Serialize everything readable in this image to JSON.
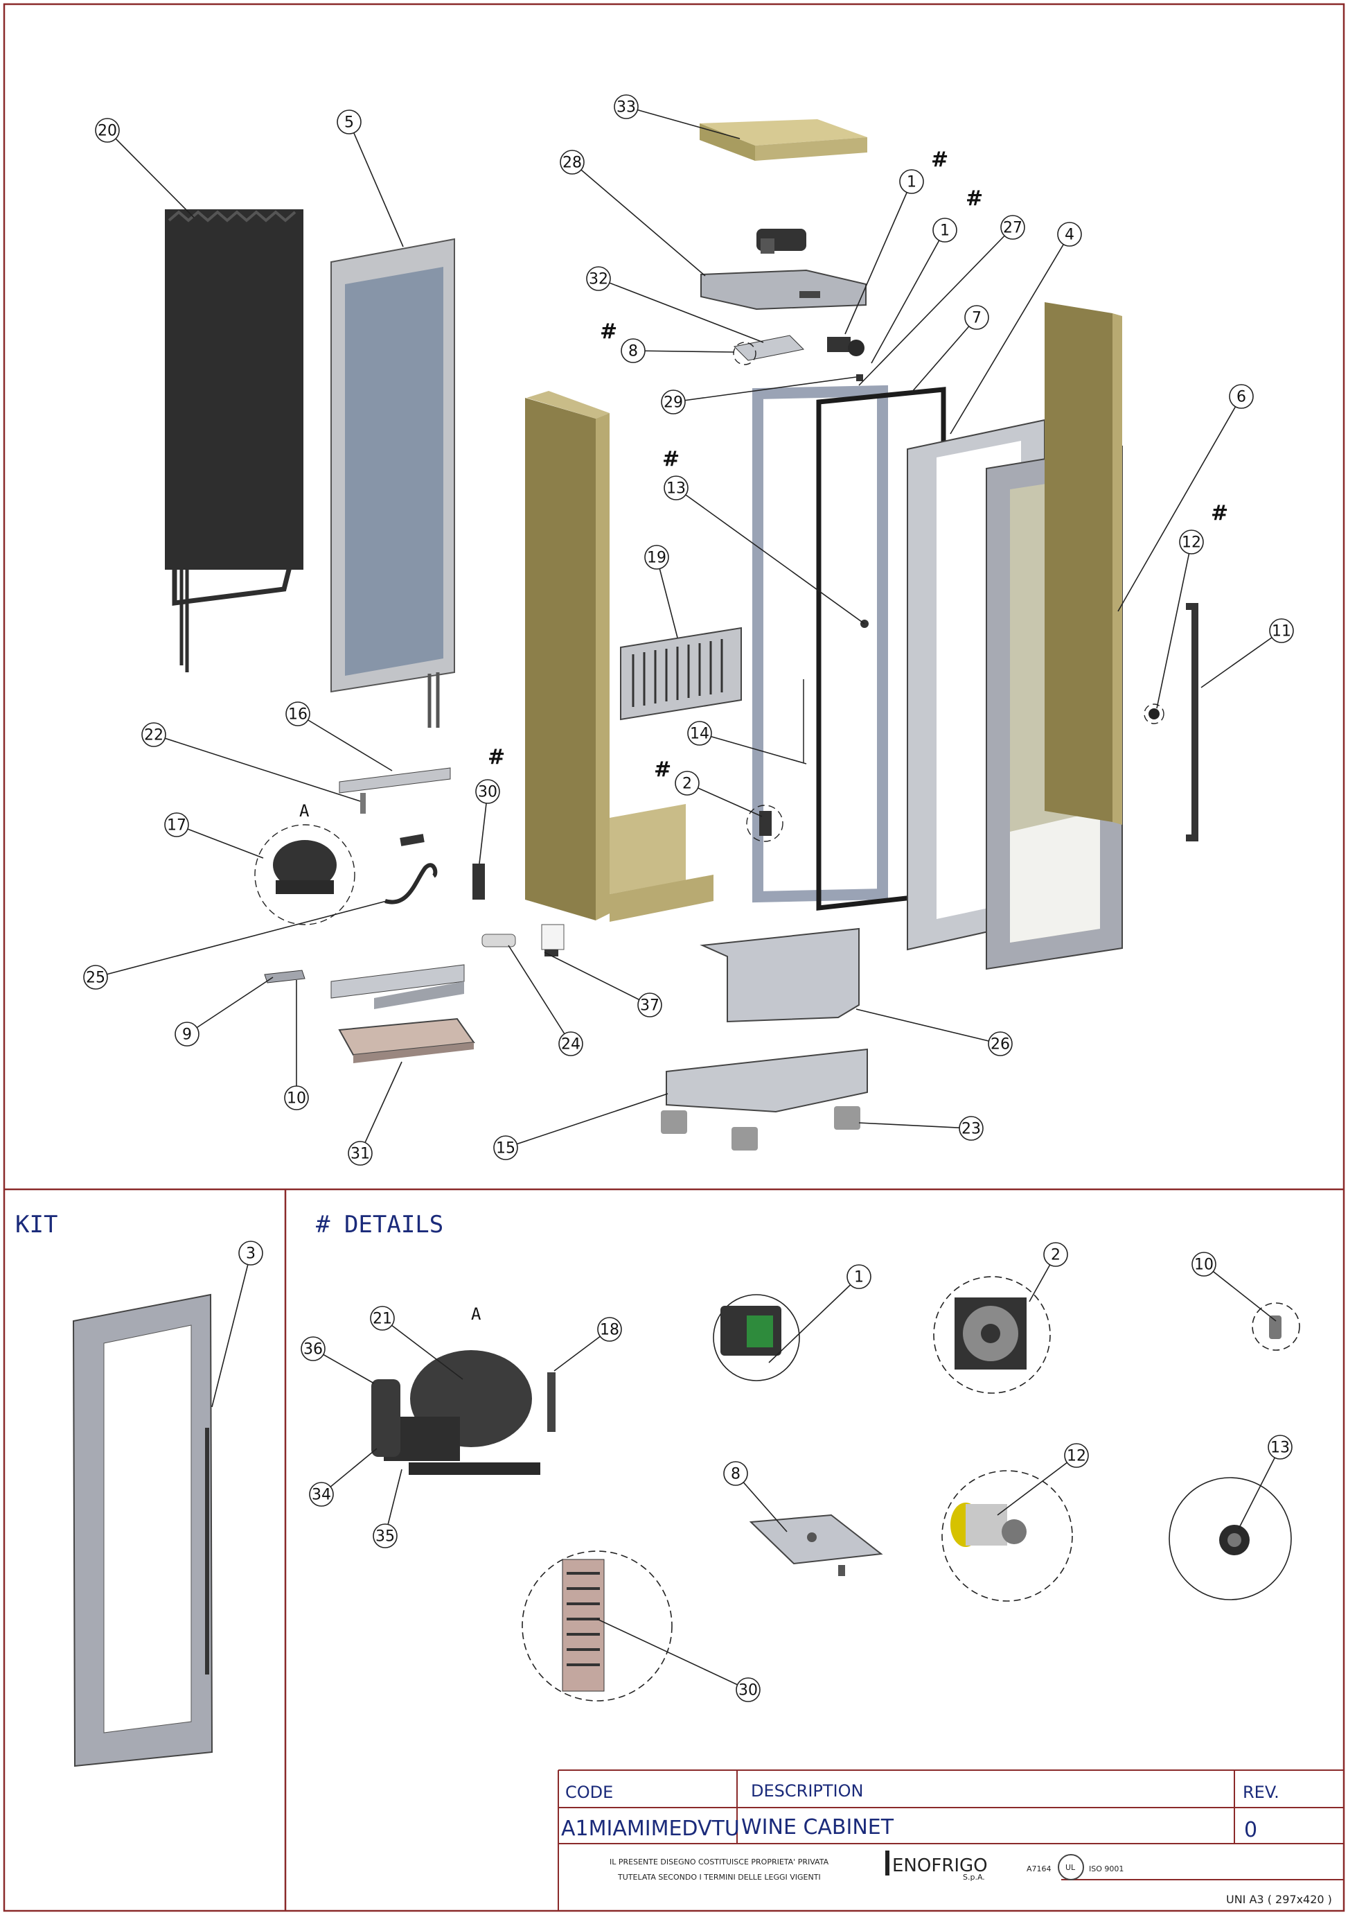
{
  "sections": {
    "kit_title": "KIT",
    "details_title": "# DETAILS",
    "hash_symbol": "#"
  },
  "detail_view_marker": "A",
  "callouts": [
    "20",
    "5",
    "33",
    "28",
    "1",
    "1",
    "27",
    "4",
    "32",
    "8",
    "7",
    "29",
    "6",
    "13",
    "12",
    "19",
    "11",
    "14",
    "16",
    "22",
    "30",
    "2",
    "17",
    "25",
    "37",
    "9",
    "24",
    "26",
    "10",
    "31",
    "15",
    "23"
  ],
  "kit_callouts": [
    "3"
  ],
  "details_callouts": [
    "21",
    "36",
    "18",
    "34",
    "35",
    "1",
    "2",
    "10",
    "8",
    "12",
    "13",
    "30"
  ],
  "title_block": {
    "code_label": "CODE",
    "description_label": "DESCRIPTION",
    "rev_label": "REV.",
    "code_value": "A1MIAMIMEDVTU",
    "description_value": "WINE CABINET",
    "rev_value": "0",
    "notice_line1": "IL PRESENTE DISEGNO COSTITUISCE PROPRIETA' PRIVATA",
    "notice_line2": "TUTELATA SECONDO I TERMINI DELLE LEGGI VIGENTI",
    "brand": "ENOFRIGO",
    "brand_suffix": "S.p.A.",
    "cert_code": "A7164",
    "cert_mark": "UL",
    "iso": "ISO 9001",
    "sheet_format": "UNI A3 ( 297x420 )"
  },
  "colors": {
    "frame": "#8a2a2a",
    "label_blue": "#1a2a7a",
    "insulation": "#8c7f4a",
    "insulation_light": "#c9bc88",
    "steel": "#b9bcc4",
    "glass": "#8795a8",
    "dark": "#3a3a3a"
  }
}
